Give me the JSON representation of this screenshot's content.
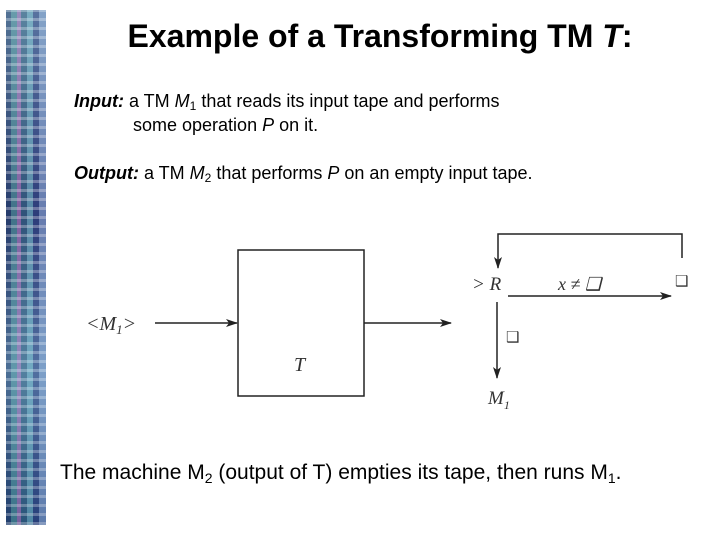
{
  "slide": {
    "title_prefix": "Example of a Transforming TM ",
    "title_var": "T",
    "title_suffix": ":"
  },
  "input": {
    "label": "Input:",
    "text1": " a TM ",
    "machine": "M",
    "machine_sub": "1",
    "text2": " that reads its input tape and performs",
    "line2_a": "some operation ",
    "line2_var": "P",
    "line2_b": " on it."
  },
  "output": {
    "label": "Output:",
    "text1": " a TM ",
    "machine": "M",
    "machine_sub": "2",
    "text2": " that performs ",
    "var": "P",
    "text3": " on an empty input tape."
  },
  "diagram": {
    "input_label": "<M",
    "input_sub": "1",
    "input_close": ">",
    "box_label": "T",
    "start_label": "> R",
    "condition": "x ≠ ❑",
    "blank_right": "❑",
    "blank_down": "❑",
    "halt_label": "M",
    "halt_sub": "1"
  },
  "caption": {
    "a": "The machine M",
    "a_sub": "2",
    "b": " (output of T) empties its tape, then runs M",
    "b_sub": "1",
    "c": "."
  }
}
